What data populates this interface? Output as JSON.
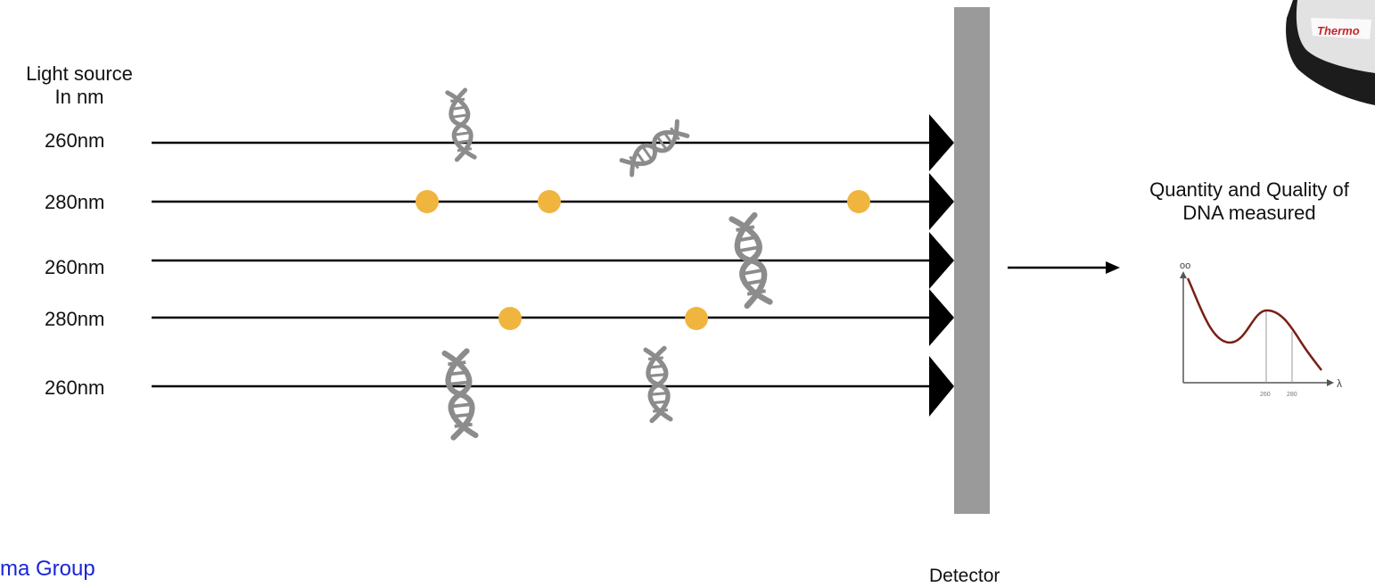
{
  "light_source": {
    "title": "Light source",
    "unit_line": "In nm",
    "beams": [
      {
        "label": "260nm"
      },
      {
        "label": "280nm"
      },
      {
        "label": "260nm"
      },
      {
        "label": "280nm"
      },
      {
        "label": "260nm"
      }
    ]
  },
  "detector": {
    "label": "Detector"
  },
  "result": {
    "line1": "Quantity and Quality of",
    "line2": "DNA measured"
  },
  "graph": {
    "y_axis_label": "oo",
    "x_axis_label": "λ",
    "tick_1": "260",
    "tick_2": "280",
    "curve_color": "#7a1f14"
  },
  "instrument": {
    "brand": "Thermo"
  },
  "footer": {
    "text": "ma Group"
  },
  "colors": {
    "protein_dot": "#f0b53f",
    "dna": "#8c8c8c",
    "detector": "#9a9a9a",
    "beam": "#000000"
  },
  "icons": {
    "dna": "dna-helix-icon",
    "protein": "protein-dot-icon",
    "arrow": "arrow-right-icon"
  }
}
